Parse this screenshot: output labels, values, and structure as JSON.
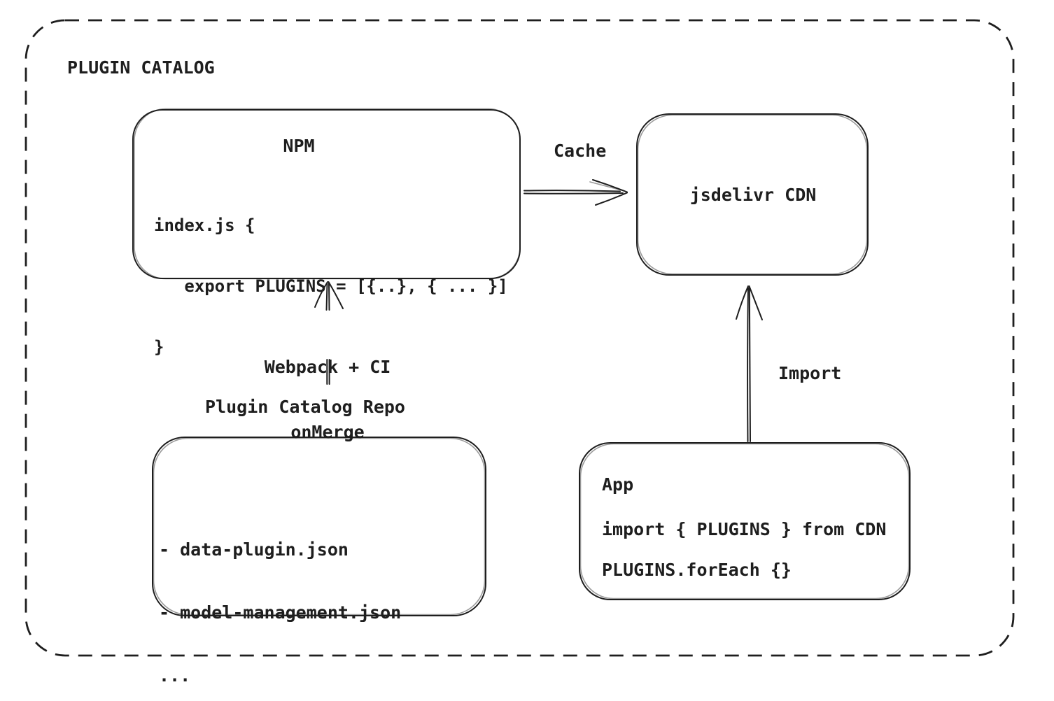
{
  "title": "PLUGIN CATALOG",
  "colors": {
    "stroke": "#1e1e1e",
    "text": "#1e1e1e",
    "background": "#ffffff"
  },
  "nodes": {
    "npm": {
      "title": "NPM",
      "code_lines": [
        "index.js {",
        "   export PLUGINS = [{..}, { ... }]",
        "}"
      ]
    },
    "cdn": {
      "label": "jsdelivr CDN"
    },
    "repo": {
      "label": "Plugin Catalog Repo",
      "files": [
        "- data-plugin.json",
        "- model-management.json",
        "..."
      ]
    },
    "app": {
      "title": "App",
      "code_lines": [
        "import { PLUGINS } from CDN",
        "PLUGINS.forEach {}"
      ]
    }
  },
  "edges": {
    "cache": {
      "label": "Cache",
      "from": "NPM",
      "to": "jsdelivr CDN"
    },
    "webpack": {
      "label_lines": [
        "Webpack + CI",
        "onMerge"
      ],
      "from": "Plugin Catalog Repo",
      "to": "NPM"
    },
    "import": {
      "label": "Import",
      "from": "App",
      "to": "jsdelivr CDN"
    }
  }
}
